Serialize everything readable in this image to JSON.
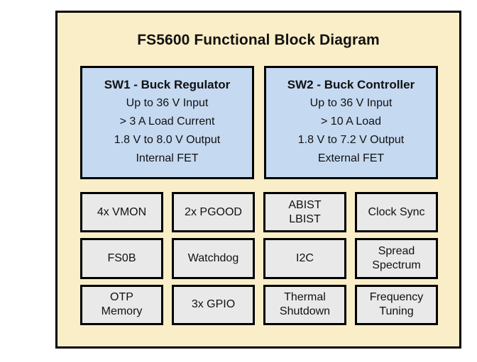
{
  "diagram": {
    "title": "FS5600 Functional Block Diagram",
    "background_color": "#faeec8",
    "border_color": "#000000",
    "switcher_block_color": "#c5d9f1",
    "feature_block_color": "#e9e9e9"
  },
  "switchers": [
    {
      "title": "SW1 - Buck Regulator",
      "lines": [
        "Up to 36 V Input",
        "> 3 A Load Current",
        "1.8 V to 8.0 V Output",
        "Internal FET"
      ]
    },
    {
      "title": "SW2 - Buck Controller",
      "lines": [
        "Up to 36 V Input",
        "> 10 A Load",
        "1.8 V to 7.2 V Output",
        "External FET"
      ]
    }
  ],
  "features": [
    {
      "lines": [
        "4x VMON"
      ]
    },
    {
      "lines": [
        "2x PGOOD"
      ]
    },
    {
      "lines": [
        "ABIST",
        "LBIST"
      ]
    },
    {
      "lines": [
        "Clock Sync"
      ]
    },
    {
      "lines": [
        "FS0B"
      ]
    },
    {
      "lines": [
        "Watchdog"
      ]
    },
    {
      "lines": [
        "I2C"
      ]
    },
    {
      "lines": [
        "Spread",
        "Spectrum"
      ]
    },
    {
      "lines": [
        "OTP",
        "Memory"
      ]
    },
    {
      "lines": [
        "3x GPIO"
      ]
    },
    {
      "lines": [
        "Thermal",
        "Shutdown"
      ]
    },
    {
      "lines": [
        "Frequency",
        "Tuning"
      ]
    }
  ]
}
